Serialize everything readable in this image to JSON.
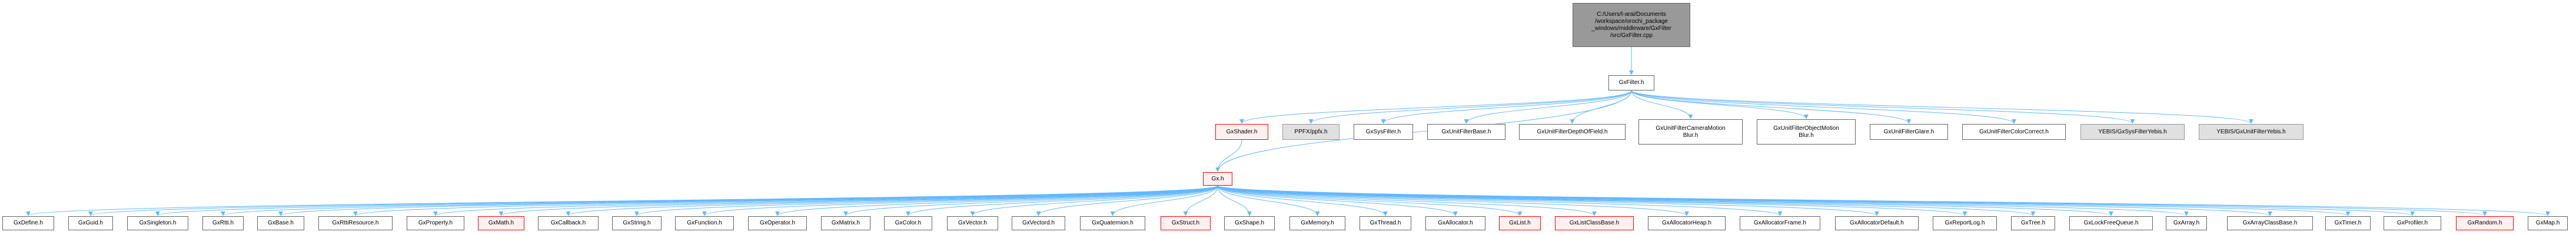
{
  "diagram": {
    "type": "include-dependency-graph",
    "edge_color": "#63b8ff",
    "node_styles": {
      "root": {
        "fill": "#999999",
        "stroke": "#666666"
      },
      "normal": {
        "fill": "#ffffff",
        "stroke": "#666666"
      },
      "truncated": {
        "fill": "#fff0f0",
        "stroke": "#ff0000"
      },
      "external": {
        "fill": "#e0e0e0",
        "stroke": "#999999"
      }
    },
    "nodes": [
      {
        "id": "root",
        "label": "C:/Users/t-arai/Documents\n/workspace/orochi_package\n_windows/middleware/GxFilter\n/src/GxFilter.cpp",
        "style": "root"
      },
      {
        "id": "GxFilter",
        "label": "GxFilter.h",
        "style": "normal"
      },
      {
        "id": "GxShader",
        "label": "GxShader.h",
        "style": "truncated"
      },
      {
        "id": "PPFX",
        "label": "PPFX/ppfx.h",
        "style": "external"
      },
      {
        "id": "GxSysFilter",
        "label": "GxSysFilter.h",
        "style": "normal"
      },
      {
        "id": "GxUnitFilterBase",
        "label": "GxUnitFilterBase.h",
        "style": "normal"
      },
      {
        "id": "GxUnitFilterDepthOfField",
        "label": "GxUnitFilterDepthOfField.h",
        "style": "normal"
      },
      {
        "id": "GxUnitFilterCameraMotionBlur",
        "label": "GxUnitFilterCameraMotion\nBlur.h",
        "style": "normal"
      },
      {
        "id": "GxUnitFilterObjectMotionBlur",
        "label": "GxUnitFilterObjectMotion\nBlur.h",
        "style": "normal"
      },
      {
        "id": "GxUnitFilterGlare",
        "label": "GxUnitFilterGlare.h",
        "style": "normal"
      },
      {
        "id": "GxUnitFilterColorCorrect",
        "label": "GxUnitFilterColorCorrect.h",
        "style": "normal"
      },
      {
        "id": "GxSysFilterYebis",
        "label": "YEBIS/GxSysFilterYebis.h",
        "style": "external"
      },
      {
        "id": "GxUnitFilterYebis",
        "label": "YEBIS/GxUnitFilterYebis.h",
        "style": "external"
      },
      {
        "id": "Gx",
        "label": "Gx.h",
        "style": "truncated"
      },
      {
        "id": "GxDefine",
        "label": "GxDefine.h",
        "style": "normal"
      },
      {
        "id": "GxGuid",
        "label": "GxGuid.h",
        "style": "normal"
      },
      {
        "id": "GxSingleton",
        "label": "GxSingleton.h",
        "style": "normal"
      },
      {
        "id": "GxRtti",
        "label": "GxRtti.h",
        "style": "normal"
      },
      {
        "id": "GxBase",
        "label": "GxBase.h",
        "style": "normal"
      },
      {
        "id": "GxRttiResource",
        "label": "GxRttiResource.h",
        "style": "normal"
      },
      {
        "id": "GxProperty",
        "label": "GxProperty.h",
        "style": "normal"
      },
      {
        "id": "GxMath",
        "label": "GxMath.h",
        "style": "truncated"
      },
      {
        "id": "GxCallback",
        "label": "GxCallback.h",
        "style": "normal"
      },
      {
        "id": "GxString",
        "label": "GxString.h",
        "style": "normal"
      },
      {
        "id": "GxFunction",
        "label": "GxFunction.h",
        "style": "normal"
      },
      {
        "id": "GxOperator",
        "label": "GxOperator.h",
        "style": "normal"
      },
      {
        "id": "GxMatrix",
        "label": "GxMatrix.h",
        "style": "normal"
      },
      {
        "id": "GxColor",
        "label": "GxColor.h",
        "style": "normal"
      },
      {
        "id": "GxVector",
        "label": "GxVector.h",
        "style": "normal"
      },
      {
        "id": "GxVectord",
        "label": "GxVectord.h",
        "style": "normal"
      },
      {
        "id": "GxQuaternion",
        "label": "GxQuaternion.h",
        "style": "normal"
      },
      {
        "id": "GxStruct",
        "label": "GxStruct.h",
        "style": "truncated"
      },
      {
        "id": "GxShape",
        "label": "GxShape.h",
        "style": "normal"
      },
      {
        "id": "GxMemory",
        "label": "GxMemory.h",
        "style": "normal"
      },
      {
        "id": "GxThread",
        "label": "GxThread.h",
        "style": "normal"
      },
      {
        "id": "GxAllocator",
        "label": "GxAllocator.h",
        "style": "normal"
      },
      {
        "id": "GxList",
        "label": "GxList.h",
        "style": "truncated"
      },
      {
        "id": "GxListClassBase",
        "label": "GxListClassBase.h",
        "style": "truncated"
      },
      {
        "id": "GxAllocatorHeap",
        "label": "GxAllocatorHeap.h",
        "style": "normal"
      },
      {
        "id": "GxAllocatorFrame",
        "label": "GxAllocatorFrame.h",
        "style": "normal"
      },
      {
        "id": "GxAllocatorDefault",
        "label": "GxAllocatorDefault.h",
        "style": "normal"
      },
      {
        "id": "GxReportLog",
        "label": "GxReportLog.h",
        "style": "normal"
      },
      {
        "id": "GxTree",
        "label": "GxTree.h",
        "style": "normal"
      },
      {
        "id": "GxLockFreeQueue",
        "label": "GxLockFreeQueue.h",
        "style": "normal"
      },
      {
        "id": "GxArray",
        "label": "GxArray.h",
        "style": "normal"
      },
      {
        "id": "GxArrayClassBase",
        "label": "GxArrayClassBase.h",
        "style": "normal"
      },
      {
        "id": "GxTimer",
        "label": "GxTimer.h",
        "style": "normal"
      },
      {
        "id": "GxProfiler",
        "label": "GxProfiler.h",
        "style": "normal"
      },
      {
        "id": "GxRandom",
        "label": "GxRandom.h",
        "style": "truncated"
      },
      {
        "id": "GxMap",
        "label": "GxMap.h",
        "style": "normal"
      }
    ],
    "edges": [
      [
        "root",
        "GxFilter"
      ],
      [
        "GxFilter",
        "Gx"
      ],
      [
        "GxFilter",
        "GxShader"
      ],
      [
        "GxFilter",
        "PPFX"
      ],
      [
        "GxFilter",
        "GxSysFilter"
      ],
      [
        "GxFilter",
        "GxUnitFilterBase"
      ],
      [
        "GxFilter",
        "GxUnitFilterDepthOfField"
      ],
      [
        "GxFilter",
        "GxUnitFilterCameraMotionBlur"
      ],
      [
        "GxFilter",
        "GxUnitFilterObjectMotionBlur"
      ],
      [
        "GxFilter",
        "GxUnitFilterGlare"
      ],
      [
        "GxFilter",
        "GxUnitFilterColorCorrect"
      ],
      [
        "GxFilter",
        "GxSysFilterYebis"
      ],
      [
        "GxFilter",
        "GxUnitFilterYebis"
      ],
      [
        "GxShader",
        "Gx"
      ],
      [
        "Gx",
        "GxDefine"
      ],
      [
        "Gx",
        "GxGuid"
      ],
      [
        "Gx",
        "GxSingleton"
      ],
      [
        "Gx",
        "GxRtti"
      ],
      [
        "Gx",
        "GxBase"
      ],
      [
        "Gx",
        "GxRttiResource"
      ],
      [
        "Gx",
        "GxProperty"
      ],
      [
        "Gx",
        "GxMath"
      ],
      [
        "Gx",
        "GxCallback"
      ],
      [
        "Gx",
        "GxString"
      ],
      [
        "Gx",
        "GxFunction"
      ],
      [
        "Gx",
        "GxOperator"
      ],
      [
        "Gx",
        "GxMatrix"
      ],
      [
        "Gx",
        "GxColor"
      ],
      [
        "Gx",
        "GxVector"
      ],
      [
        "Gx",
        "GxVectord"
      ],
      [
        "Gx",
        "GxQuaternion"
      ],
      [
        "Gx",
        "GxStruct"
      ],
      [
        "Gx",
        "GxShape"
      ],
      [
        "Gx",
        "GxMemory"
      ],
      [
        "Gx",
        "GxThread"
      ],
      [
        "Gx",
        "GxAllocator"
      ],
      [
        "Gx",
        "GxList"
      ],
      [
        "Gx",
        "GxListClassBase"
      ],
      [
        "Gx",
        "GxAllocatorHeap"
      ],
      [
        "Gx",
        "GxAllocatorFrame"
      ],
      [
        "Gx",
        "GxAllocatorDefault"
      ],
      [
        "Gx",
        "GxReportLog"
      ],
      [
        "Gx",
        "GxTree"
      ],
      [
        "Gx",
        "GxLockFreeQueue"
      ],
      [
        "Gx",
        "GxArray"
      ],
      [
        "Gx",
        "GxArrayClassBase"
      ],
      [
        "Gx",
        "GxTimer"
      ],
      [
        "Gx",
        "GxProfiler"
      ],
      [
        "Gx",
        "GxRandom"
      ],
      [
        "Gx",
        "GxMap"
      ]
    ]
  }
}
